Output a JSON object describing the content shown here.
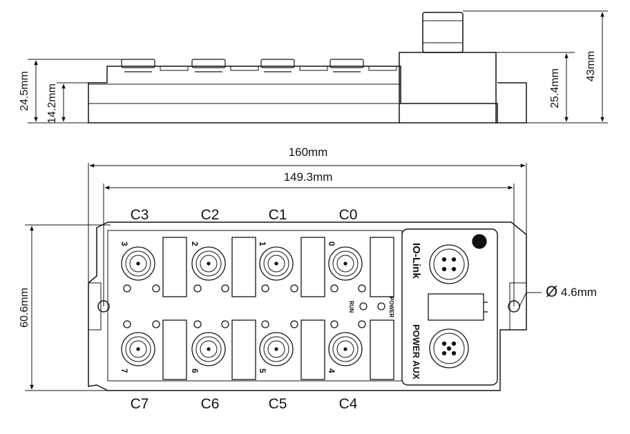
{
  "side_view": {
    "dims": {
      "height_connectors": "24.5mm",
      "height_body": "14.2mm",
      "height_io_block": "25.4mm",
      "height_total": "43mm"
    }
  },
  "top_view": {
    "dims": {
      "overall_length": "160mm",
      "hole_spacing": "149.3mm",
      "width": "60.6mm",
      "hole_diameter": "4.6mm"
    },
    "channels_top": [
      {
        "label": "C3",
        "port": "3"
      },
      {
        "label": "C2",
        "port": "2"
      },
      {
        "label": "C1",
        "port": "1"
      },
      {
        "label": "C0",
        "port": "0"
      }
    ],
    "channels_bottom": [
      {
        "label": "C7",
        "port": "7"
      },
      {
        "label": "C6",
        "port": "6"
      },
      {
        "label": "C5",
        "port": "5"
      },
      {
        "label": "C4",
        "port": "4"
      }
    ],
    "led_labels": {
      "run": "RUN",
      "power": "POWER"
    },
    "io_link_label": "IO-Link",
    "power_aux_label": "POWER AUX",
    "diameter_symbol": "Ø"
  }
}
